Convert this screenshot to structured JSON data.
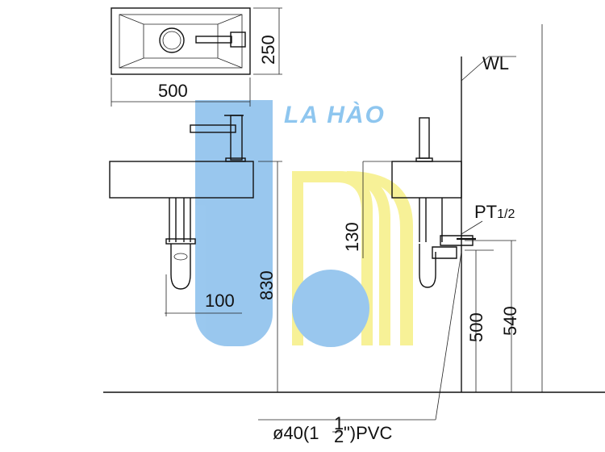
{
  "watermark": {
    "brand": "LA HÀO",
    "colors": {
      "blue": "#7db8ea",
      "yellow": "#f5ee7a",
      "text": "#8ec6ef"
    }
  },
  "dimensions": {
    "top_width": "500",
    "top_depth": "250",
    "mount_height": "830",
    "side_offset": "100",
    "basin_height": "130",
    "height_500": "500",
    "height_540": "540"
  },
  "labels": {
    "wall": "WL",
    "supply_thread": "PT",
    "supply_size": "1/2",
    "drain_prefix": "ø40(1",
    "drain_num": "1",
    "drain_den": "2",
    "drain_suffix": "\")PVC"
  }
}
